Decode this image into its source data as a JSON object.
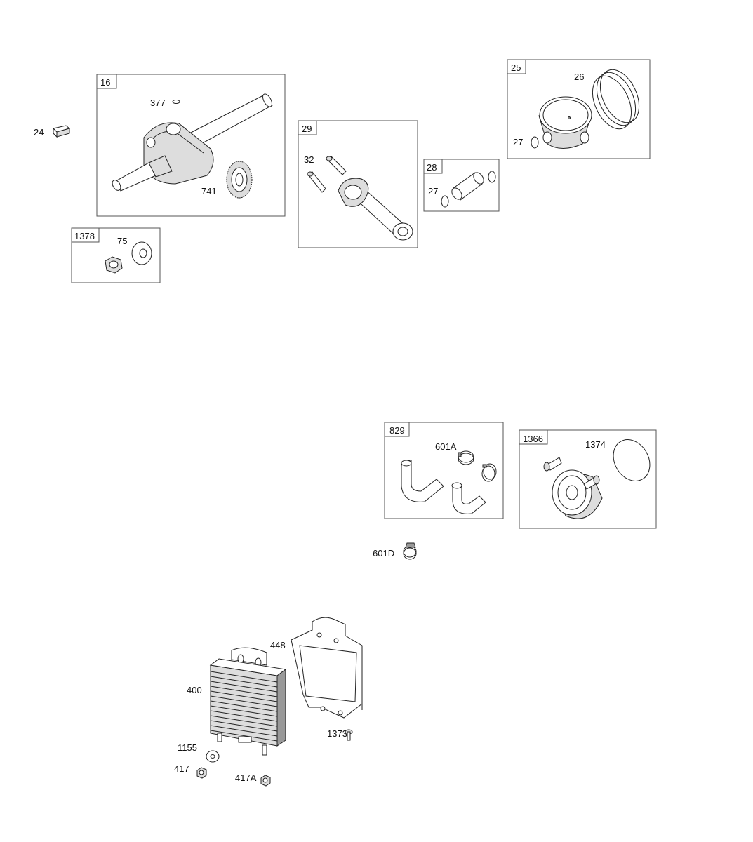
{
  "boxes": {
    "crankshaft": "16",
    "nut_kit": "1378",
    "connecting_rod": "29",
    "piston_pin": "28",
    "piston_assembly": "25",
    "hose_kit": "829",
    "oil_filter_adapter": "1366"
  },
  "callouts": {
    "key": "24",
    "crank_377": "377",
    "gear": "741",
    "washer_75": "75",
    "bolt_32": "32",
    "clip_27a": "27",
    "rings": "26",
    "clip_27b": "27",
    "clamp_601a": "601A",
    "oring": "1374",
    "clamp_601d": "601D",
    "bracket": "448",
    "cooler": "400",
    "washer_1155": "1155",
    "nut_417": "417",
    "nut_417a": "417A",
    "screw": "1373"
  }
}
